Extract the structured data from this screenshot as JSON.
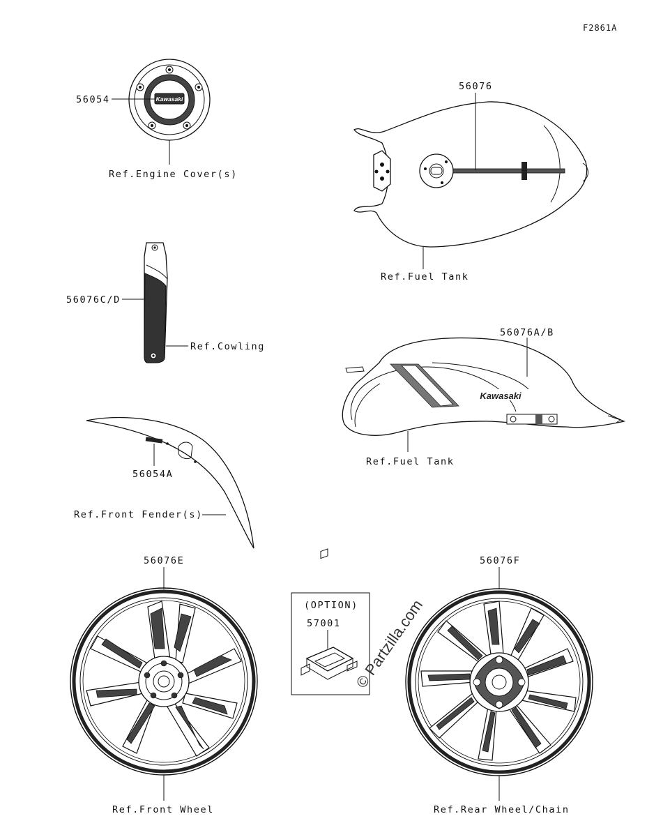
{
  "figure_code": "F2861A",
  "callouts": {
    "engine_cover_part": "56054",
    "engine_cover_ref": "Ref.Engine Cover(s)",
    "fuel_tank_top_part": "56076",
    "fuel_tank_top_ref": "Ref.Fuel Tank",
    "cowling_part": "56076C/D",
    "cowling_ref": "Ref.Cowling",
    "fuel_tank_side_part": "56076A/B",
    "fuel_tank_side_ref": "Ref.Fuel Tank",
    "front_fender_part": "56054A",
    "front_fender_ref": "Ref.Front Fender(s)",
    "front_wheel_part": "56076E",
    "front_wheel_ref": "Ref.Front Wheel",
    "rear_wheel_part": "56076F",
    "rear_wheel_ref": "Ref.Rear Wheel/Chain",
    "option_title": "(OPTION)",
    "option_part": "57001"
  },
  "brand_marks": {
    "engine_cover_logo": "Kawasaki",
    "tank_logo": "Kawasaki"
  },
  "watermark": "© Partzilla.com"
}
